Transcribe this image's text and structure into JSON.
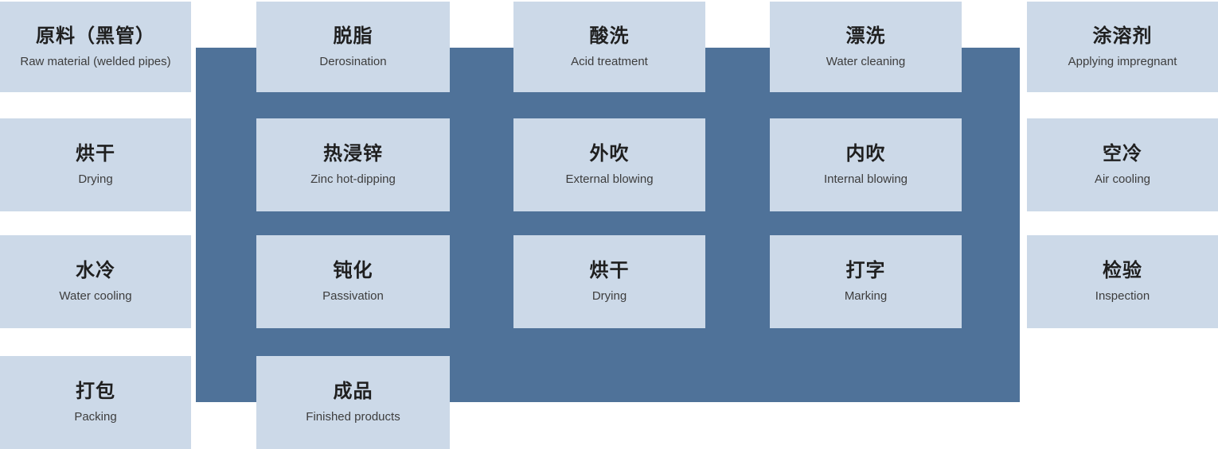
{
  "palette": {
    "page-bg": "#ffffff",
    "box-bg": "#ccd9e8",
    "connector-bg": "#4f7299",
    "title-color": "#1f1f1f",
    "subtitle-color": "#3d3d3d"
  },
  "steps": [
    {
      "title": "原料（黑管）",
      "subtitle": "Raw material (welded pipes)"
    },
    {
      "title": "脱脂",
      "subtitle": "Derosination"
    },
    {
      "title": "酸洗",
      "subtitle": "Acid treatment"
    },
    {
      "title": "漂洗",
      "subtitle": "Water cleaning"
    },
    {
      "title": "涂溶剂",
      "subtitle": "Applying impregnant"
    },
    {
      "title": "烘干",
      "subtitle": "Drying"
    },
    {
      "title": "热浸锌",
      "subtitle": "Zinc hot-dipping"
    },
    {
      "title": "外吹",
      "subtitle": "External blowing"
    },
    {
      "title": "内吹",
      "subtitle": "Internal blowing"
    },
    {
      "title": "空冷",
      "subtitle": "Air cooling"
    },
    {
      "title": "水冷",
      "subtitle": "Water cooling"
    },
    {
      "title": "钝化",
      "subtitle": "Passivation"
    },
    {
      "title": "烘干",
      "subtitle": "Drying"
    },
    {
      "title": "打字",
      "subtitle": "Marking"
    },
    {
      "title": "检验",
      "subtitle": "Inspection"
    },
    {
      "title": "打包",
      "subtitle": "Packing"
    },
    {
      "title": "成品",
      "subtitle": "Finished products"
    }
  ]
}
